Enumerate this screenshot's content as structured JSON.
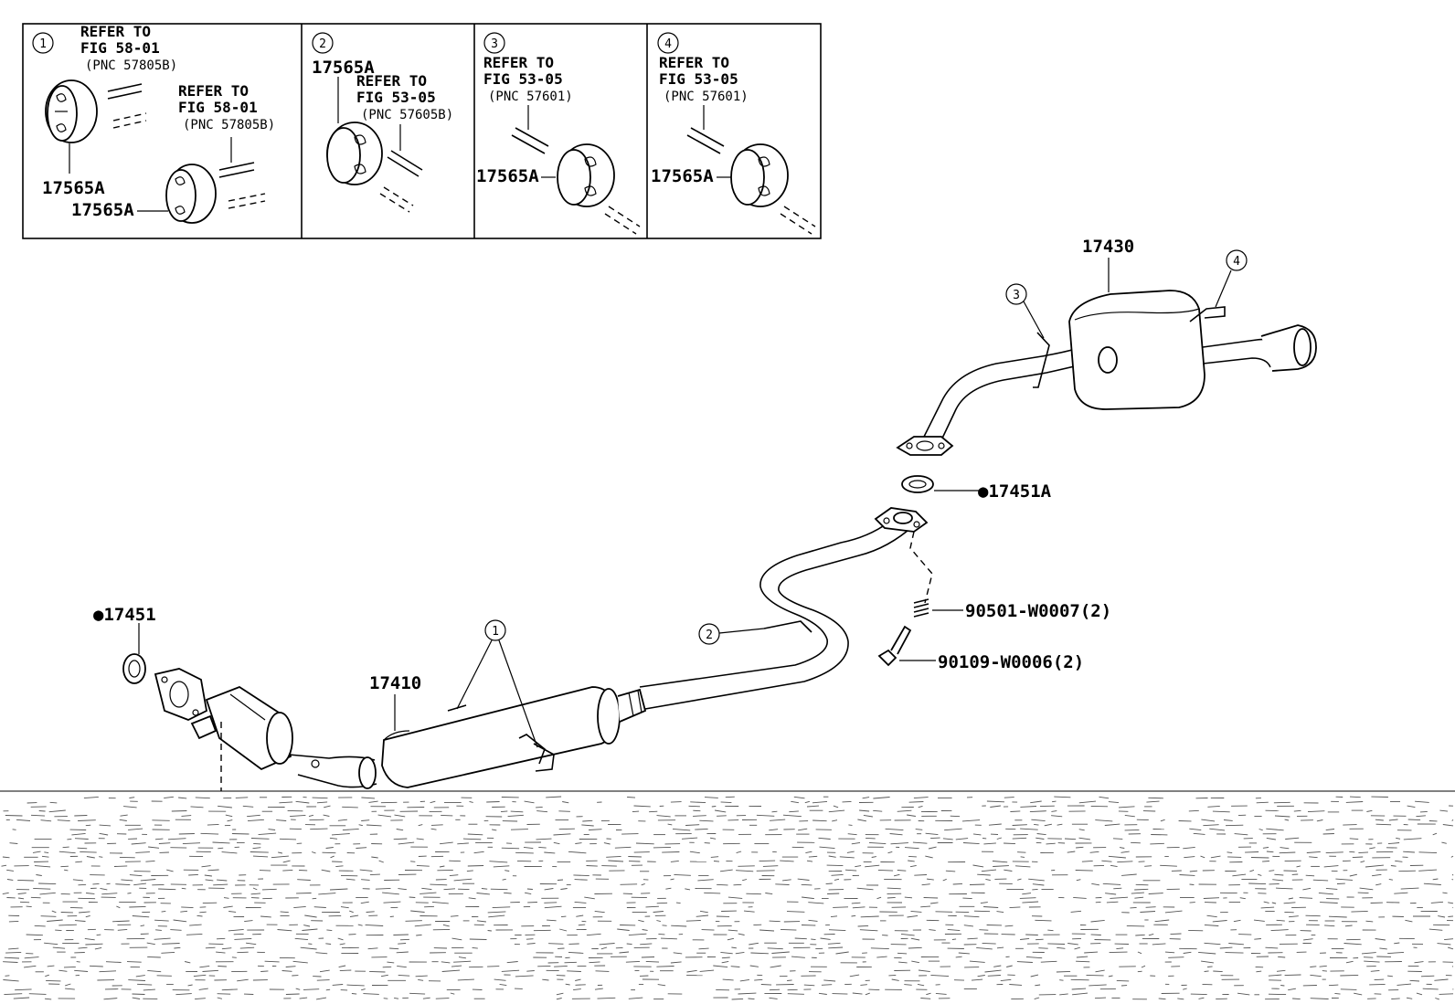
{
  "insets": [
    {
      "callout": "1",
      "refs": [
        {
          "lines": [
            "REFER TO",
            "FIG 58-01",
            "(PNC 57805B)"
          ]
        },
        {
          "lines": [
            "REFER TO",
            "FIG 58-01",
            "(PNC 57805B)"
          ]
        }
      ],
      "parts": [
        "17565A",
        "17565A"
      ]
    },
    {
      "callout": "2",
      "refs": [
        {
          "lines": [
            "REFER TO",
            "FIG 53-05",
            "(PNC 57605B)"
          ]
        }
      ],
      "parts": [
        "17565A"
      ]
    },
    {
      "callout": "3",
      "refs": [
        {
          "lines": [
            "REFER TO",
            "FIG 53-05",
            "(PNC 57601)"
          ]
        }
      ],
      "parts": [
        "17565A"
      ]
    },
    {
      "callout": "4",
      "refs": [
        {
          "lines": [
            "REFER TO",
            "FIG 53-05",
            "(PNC 57601)"
          ]
        }
      ],
      "parts": [
        "17565A"
      ]
    }
  ],
  "main": {
    "parts": {
      "tail_pipe_muffler": "17430",
      "gasket_rear": "●17451A",
      "gasket_front": "●17451",
      "center_pipe": "17410",
      "spring": "90501-W0007(2)",
      "bolt": "90109-W0006(2)"
    },
    "callouts": [
      "1",
      "2",
      "3",
      "4"
    ]
  }
}
